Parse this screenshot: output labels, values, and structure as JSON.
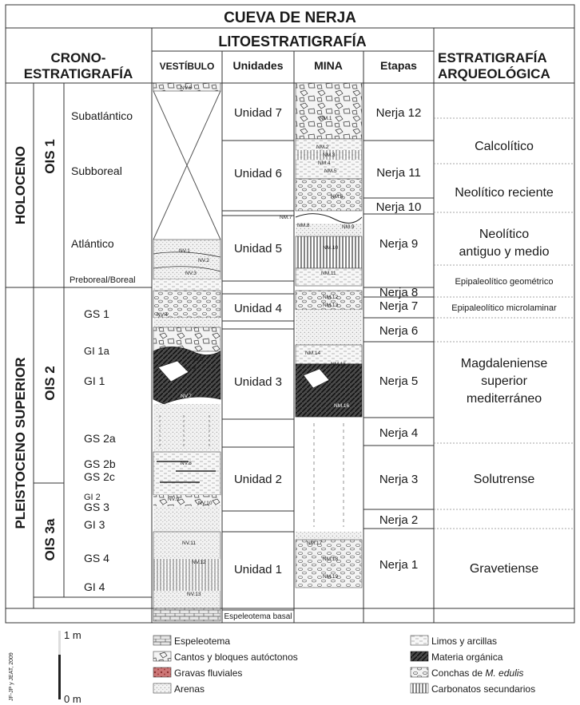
{
  "title": "CUEVA DE NERJA",
  "headers": {
    "crono_line1": "CRONO-",
    "crono_line2": "ESTRATIGRAFÍA",
    "lito": "LITOESTRATIGRAFÍA",
    "vestibulo": "VESTÍBULO",
    "unidades": "Unidades",
    "mina": "MINA",
    "etapas": "Etapas",
    "arq_line1": "ESTRATIGRAFÍA",
    "arq_line2": "ARQUEOLÓGICA"
  },
  "epochs": [
    "HOLOCENO",
    "PLEISTOCENO SUPERIOR"
  ],
  "ois": [
    "OIS 1",
    "OIS 2",
    "OIS 3a"
  ],
  "climatic": [
    "Subatlántico",
    "Subboreal",
    "Atlántico",
    "Preboreal/Boreal",
    "GS 1",
    "GI 1a",
    "GI 1",
    "GS 2a",
    "GS 2b",
    "GS 2c",
    "GI 2",
    "GS 3",
    "GI 3",
    "GS 4",
    "GI 4"
  ],
  "unidades": [
    "Unidad 7",
    "Unidad 6",
    "Unidad 5",
    "Unidad 4",
    "Unidad 3",
    "Unidad 2",
    "Unidad 1"
  ],
  "espeleotema_basal": "Espeleotema basal",
  "etapas": [
    "Nerja 12",
    "Nerja 11",
    "Nerja 10",
    "Nerja 9",
    "Nerja 8",
    "Nerja 7",
    "Nerja 6",
    "Nerja 5",
    "Nerja 4",
    "Nerja 3",
    "Nerja 2",
    "Nerja 1"
  ],
  "arqueologia": {
    "calcolitico": "Calcolítico",
    "neolitico_reciente": "Neolítico reciente",
    "neolitico_antiguo_1": "Neolítico",
    "neolitico_antiguo_2": "antiguo y medio",
    "epi_geometrico": "Epipaleolítico geométrico",
    "epi_microlaminar": "Epipaleolítico microlaminar",
    "magdaleniense_1": "Magdaleniense",
    "magdaleniense_2": "superior",
    "magdaleniense_3": "mediterráneo",
    "solutrense": "Solutrense",
    "gravetiense": "Gravetiense"
  },
  "vestibulo_levels": [
    "NV.6",
    "NV.1",
    "NV.2",
    "NV.3",
    "NV.4",
    "NV.5",
    "NV.6",
    "NV.7",
    "NV.8",
    "NV.9",
    "NV.10",
    "NV.11",
    "NV.12",
    "NV.13"
  ],
  "mina_levels": [
    "NM.1",
    "NM.2",
    "NM.3",
    "NM.4",
    "NM.5",
    "NM.6",
    "NM.7",
    "NM.8",
    "NM.9",
    "NM.10",
    "NM.11",
    "NM.12",
    "NM.13",
    "NM.14",
    "NM.15",
    "NM.16",
    "NM.17",
    "NM.18",
    "NM.19"
  ],
  "scale": {
    "top": "1 m",
    "bottom": "0 m"
  },
  "credit": "JF-JP y JEAT, 2009",
  "legend": {
    "espeleotema": "Espeleotema",
    "cantos": "Cantos y bloques autóctonos",
    "gravas": "Gravas fluviales",
    "arenas": "Arenas",
    "limos": "Limos y arcillas",
    "materia": "Materia orgánica",
    "conchas_prefix": "Conchas de ",
    "conchas_species": "M. edulis",
    "carbonatos": "Carbonatos secundarios"
  },
  "colors": {
    "gravas": "#b34a4a",
    "materia": "#2a2a2a",
    "text": "#1a1a1a"
  }
}
